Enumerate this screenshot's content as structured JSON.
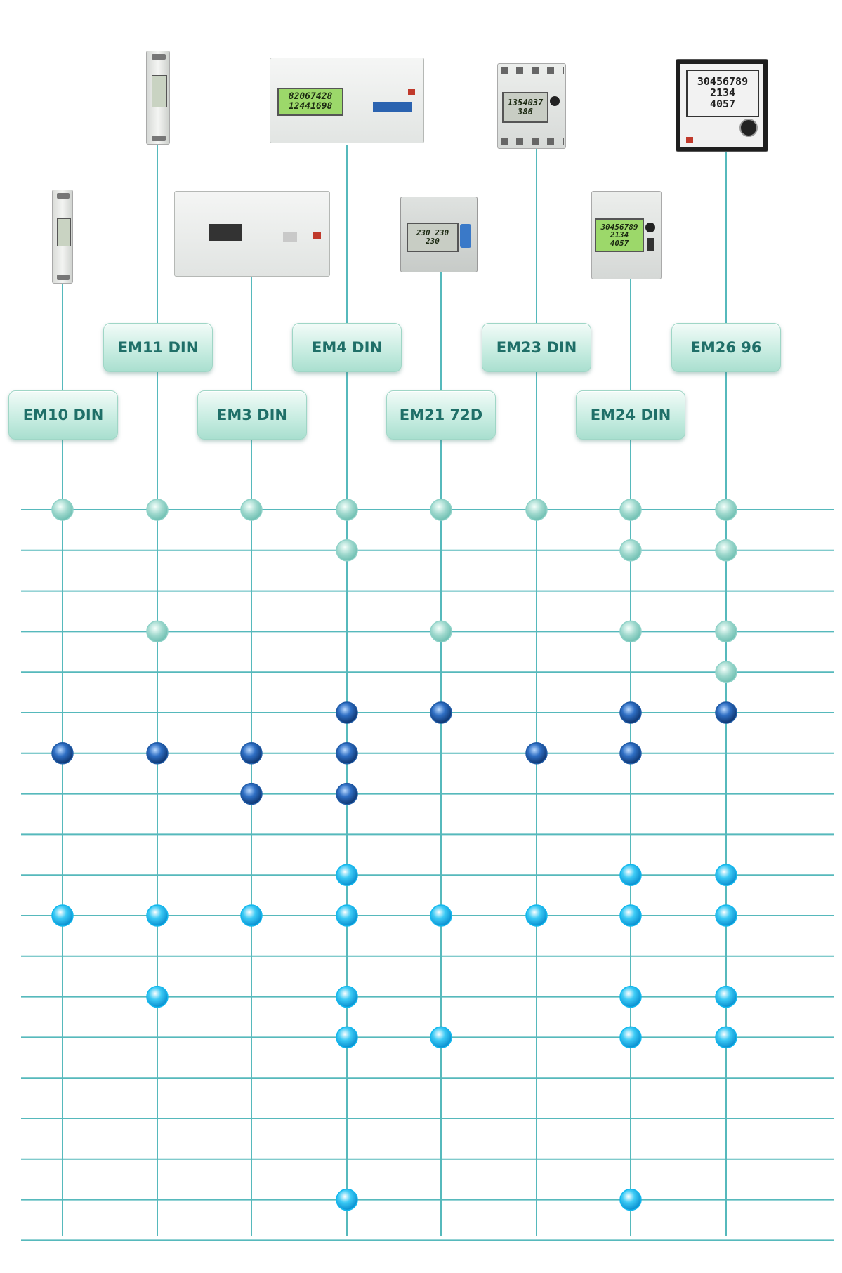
{
  "products": [
    {
      "name": "EM10 DIN"
    },
    {
      "name": "EM11 DIN"
    },
    {
      "name": "EM3 DIN"
    },
    {
      "name": "EM4 DIN"
    },
    {
      "name": "EM21 72D"
    },
    {
      "name": "EM23 DIN"
    },
    {
      "name": "EM24 DIN"
    },
    {
      "name": "EM26 96"
    }
  ],
  "displays": {
    "em4_line1": "82067428",
    "em4_line2": "12441698",
    "em23_line1": "1354037",
    "em23_line2": "386",
    "em21_line1": "230 230",
    "em21_line2": "230",
    "em24_line1": "30456789",
    "em24_line2": "2134",
    "em24_line3": "4057",
    "em26_line1": "30456789",
    "em26_line2": "2134",
    "em26_line3": "4057"
  },
  "matrix": {
    "rows": 19,
    "dots": [
      {
        "row": 0,
        "col": 0,
        "style": "teal"
      },
      {
        "row": 0,
        "col": 1,
        "style": "teal"
      },
      {
        "row": 0,
        "col": 2,
        "style": "teal"
      },
      {
        "row": 0,
        "col": 3,
        "style": "teal"
      },
      {
        "row": 0,
        "col": 4,
        "style": "teal"
      },
      {
        "row": 0,
        "col": 5,
        "style": "teal"
      },
      {
        "row": 0,
        "col": 6,
        "style": "teal"
      },
      {
        "row": 0,
        "col": 7,
        "style": "teal"
      },
      {
        "row": 1,
        "col": 3,
        "style": "teal"
      },
      {
        "row": 1,
        "col": 6,
        "style": "teal"
      },
      {
        "row": 1,
        "col": 7,
        "style": "teal"
      },
      {
        "row": 3,
        "col": 1,
        "style": "teal"
      },
      {
        "row": 3,
        "col": 4,
        "style": "teal"
      },
      {
        "row": 3,
        "col": 6,
        "style": "teal"
      },
      {
        "row": 3,
        "col": 7,
        "style": "teal"
      },
      {
        "row": 4,
        "col": 7,
        "style": "teal"
      },
      {
        "row": 5,
        "col": 3,
        "style": "navy"
      },
      {
        "row": 5,
        "col": 4,
        "style": "navy"
      },
      {
        "row": 5,
        "col": 6,
        "style": "navy"
      },
      {
        "row": 5,
        "col": 7,
        "style": "navy"
      },
      {
        "row": 6,
        "col": 0,
        "style": "navy"
      },
      {
        "row": 6,
        "col": 1,
        "style": "navy"
      },
      {
        "row": 6,
        "col": 2,
        "style": "navy"
      },
      {
        "row": 6,
        "col": 3,
        "style": "navy"
      },
      {
        "row": 6,
        "col": 5,
        "style": "navy"
      },
      {
        "row": 6,
        "col": 6,
        "style": "navy"
      },
      {
        "row": 7,
        "col": 2,
        "style": "navy"
      },
      {
        "row": 7,
        "col": 3,
        "style": "navy"
      },
      {
        "row": 9,
        "col": 3,
        "style": "cyan"
      },
      {
        "row": 9,
        "col": 6,
        "style": "cyan"
      },
      {
        "row": 9,
        "col": 7,
        "style": "cyan"
      },
      {
        "row": 10,
        "col": 0,
        "style": "cyan"
      },
      {
        "row": 10,
        "col": 1,
        "style": "cyan"
      },
      {
        "row": 10,
        "col": 2,
        "style": "cyan"
      },
      {
        "row": 10,
        "col": 3,
        "style": "cyan"
      },
      {
        "row": 10,
        "col": 4,
        "style": "cyan"
      },
      {
        "row": 10,
        "col": 5,
        "style": "cyan"
      },
      {
        "row": 10,
        "col": 6,
        "style": "cyan"
      },
      {
        "row": 10,
        "col": 7,
        "style": "cyan"
      },
      {
        "row": 12,
        "col": 1,
        "style": "cyan"
      },
      {
        "row": 12,
        "col": 3,
        "style": "cyan"
      },
      {
        "row": 12,
        "col": 6,
        "style": "cyan"
      },
      {
        "row": 12,
        "col": 7,
        "style": "cyan"
      },
      {
        "row": 13,
        "col": 3,
        "style": "cyan"
      },
      {
        "row": 13,
        "col": 4,
        "style": "cyan"
      },
      {
        "row": 13,
        "col": 6,
        "style": "cyan"
      },
      {
        "row": 13,
        "col": 7,
        "style": "cyan"
      },
      {
        "row": 17,
        "col": 3,
        "style": "cyan"
      },
      {
        "row": 17,
        "col": 6,
        "style": "cyan"
      }
    ]
  },
  "colors": {
    "line": "#56b9bc",
    "teal_dot": "#8fd2c8",
    "navy_dot": "#1f5aa6",
    "cyan_dot": "#12b8ee",
    "label_text": "#1f6f68"
  }
}
